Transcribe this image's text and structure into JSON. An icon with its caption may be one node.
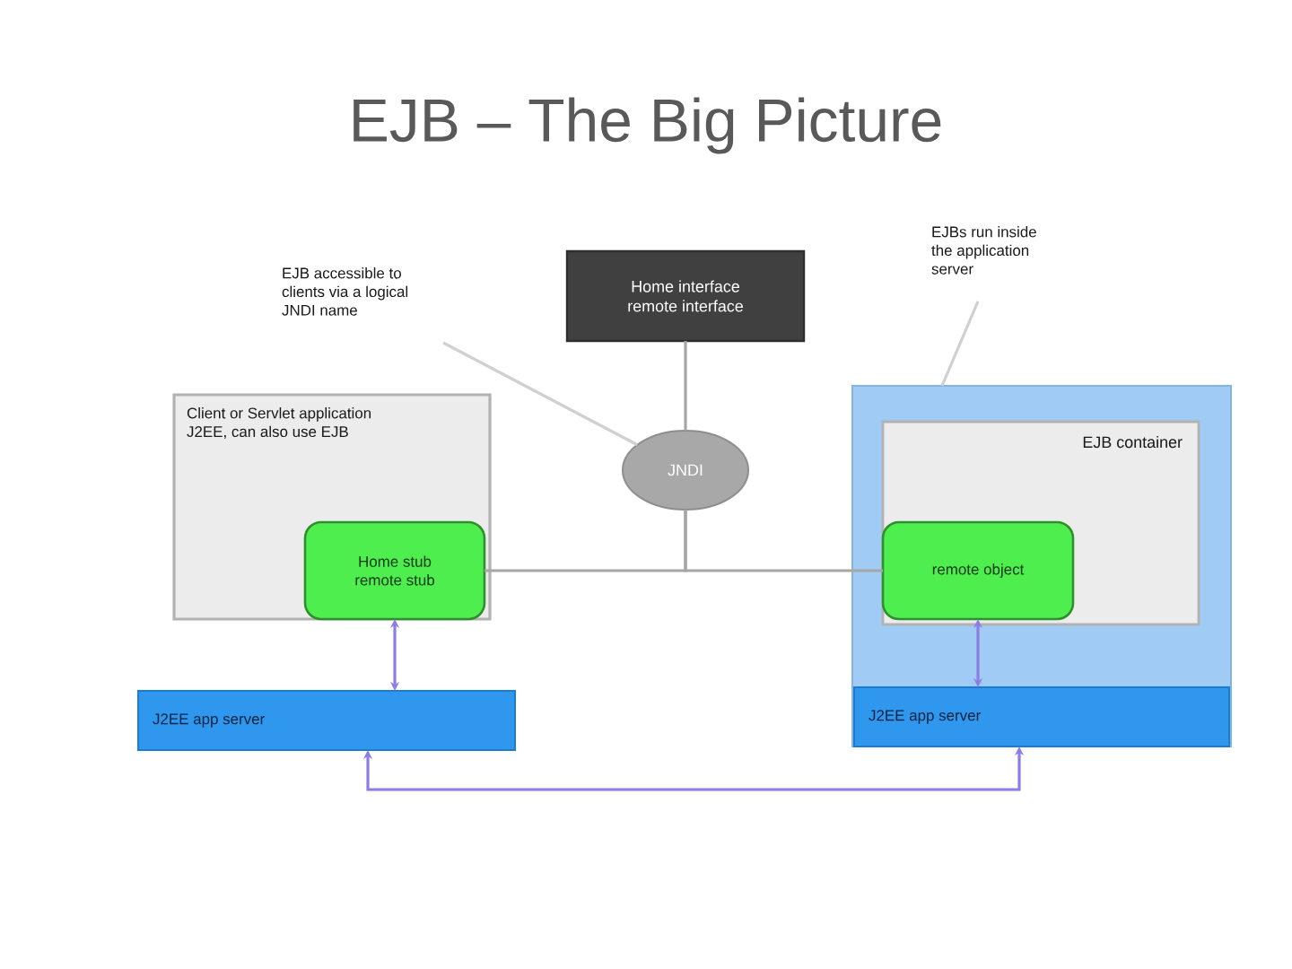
{
  "diagram": {
    "title": "EJB – The Big Picture",
    "nodes": [
      {
        "text": [
          "EJB accessible to clients via a logical JNDI name"
        ]
      },
      {
        "text": [
          "Home interface remote interface"
        ]
      },
      {
        "text": [
          "EJBs run inside the application server"
        ]
      },
      {
        "text": [
          "Client or Servlet application J2EE, can also use EJB"
        ]
      },
      {
        "text": [
          "Home stub remote stub"
        ],
        "in": 3
      },
      {
        "text": [
          "JNDI"
        ]
      },
      {
        "text": [],
        "shape": "box"
      },
      {
        "text": [
          "EJB container"
        ],
        "in": 6
      },
      {
        "text": [
          "remote object"
        ],
        "in": 7
      },
      {
        "text": [
          "J2EE app server"
        ]
      },
      {
        "text": [
          "J2EE app server"
        ],
        "in": 6
      }
    ],
    "edges": [
      {
        "from": 0,
        "to": 5,
        "arrow": "none",
        "color": "#d0d0d0"
      },
      {
        "from": 2,
        "to": 6,
        "arrow": "none",
        "color": "#d0d0d0"
      },
      {
        "from": 1,
        "to": 5,
        "arrow": "none"
      },
      {
        "from": 5,
        "to": 4,
        "arrow": "none"
      },
      {
        "from": 5,
        "to": 8,
        "arrow": "none"
      },
      {
        "from": 4,
        "to": 9,
        "arrow": "both",
        "color": "#8c7ce6"
      },
      {
        "from": 8,
        "to": 10,
        "arrow": "both",
        "color": "#8c7ce6"
      },
      {
        "from": 9,
        "to": 10,
        "arrow": "both",
        "color": "#8c7ce6"
      }
    ]
  }
}
